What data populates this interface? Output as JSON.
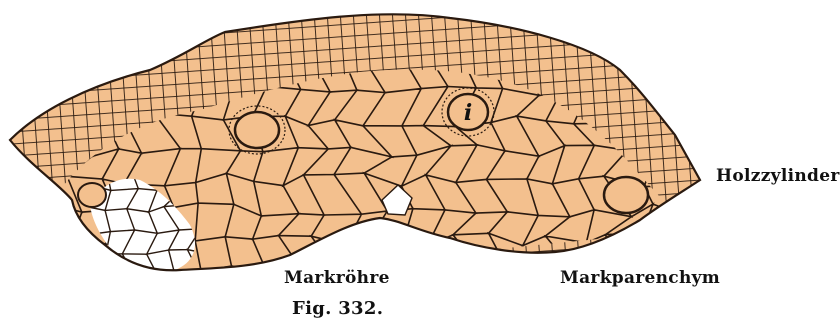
{
  "figure": {
    "caption": "Fig. 332.",
    "labels": {
      "holzzylinder": "Holzzylinder",
      "markroehre": "Markröhre",
      "markparenchym": "Markparenchym"
    },
    "bundle_marker": "i",
    "colors": {
      "tissue_fill": "#f3c08e",
      "cell_wall": "#2a1a10",
      "empty_cell": "#ffffff",
      "background": "#ffffff"
    }
  }
}
